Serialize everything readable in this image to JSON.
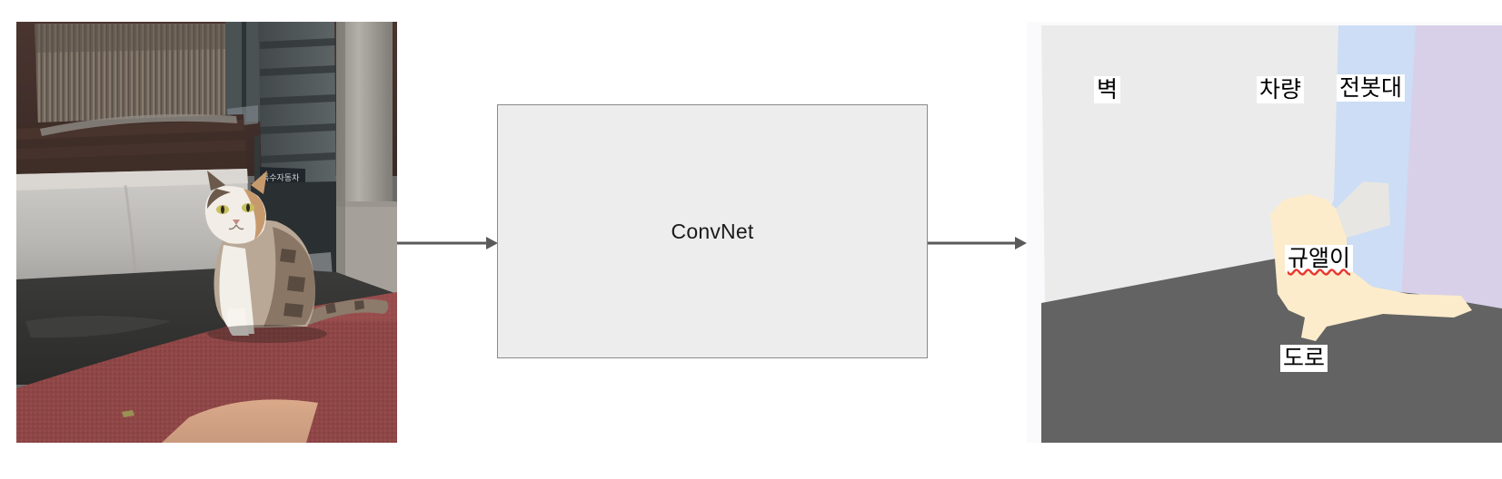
{
  "diagram": {
    "title": "ConvNet semantic segmentation pipeline",
    "model_box": {
      "label": "ConvNet",
      "fill": "#ededed",
      "stroke": "#8a8a8a"
    },
    "arrows": [
      {
        "name": "input-to-convnet",
        "color": "#5a5a5a"
      },
      {
        "name": "convnet-to-output",
        "color": "#5a5a5a"
      }
    ],
    "input": {
      "name": "input-photo",
      "description": "Photograph of a calico cat sitting in an alley beside a concrete wall, metal gate and utility pole on red pavement"
    },
    "output": {
      "name": "segmentation-map",
      "description": "Color-coded semantic segmentation mask of the input photo",
      "regions": [
        {
          "id": "wall",
          "label": "벽",
          "color": "#ebebeb",
          "misspelled": false
        },
        {
          "id": "vehicle",
          "label": "차량",
          "color": "#ccddf5",
          "misspelled": false
        },
        {
          "id": "pole",
          "label": "전봇대",
          "color": "#d8d0e8",
          "misspelled": false
        },
        {
          "id": "cat",
          "label": "규앨이",
          "color": "#fdeccb",
          "misspelled": true
        },
        {
          "id": "road",
          "label": "도로",
          "color": "#636363",
          "misspelled": false
        }
      ]
    }
  },
  "colors": {
    "background": "#ffffff",
    "arrow": "#5a5a5a",
    "box_fill": "#ededed",
    "box_stroke": "#8a8a8a",
    "label_bg": "#ffffff",
    "label_fg": "#000000",
    "spellcheck_underline": "#e8392f"
  }
}
